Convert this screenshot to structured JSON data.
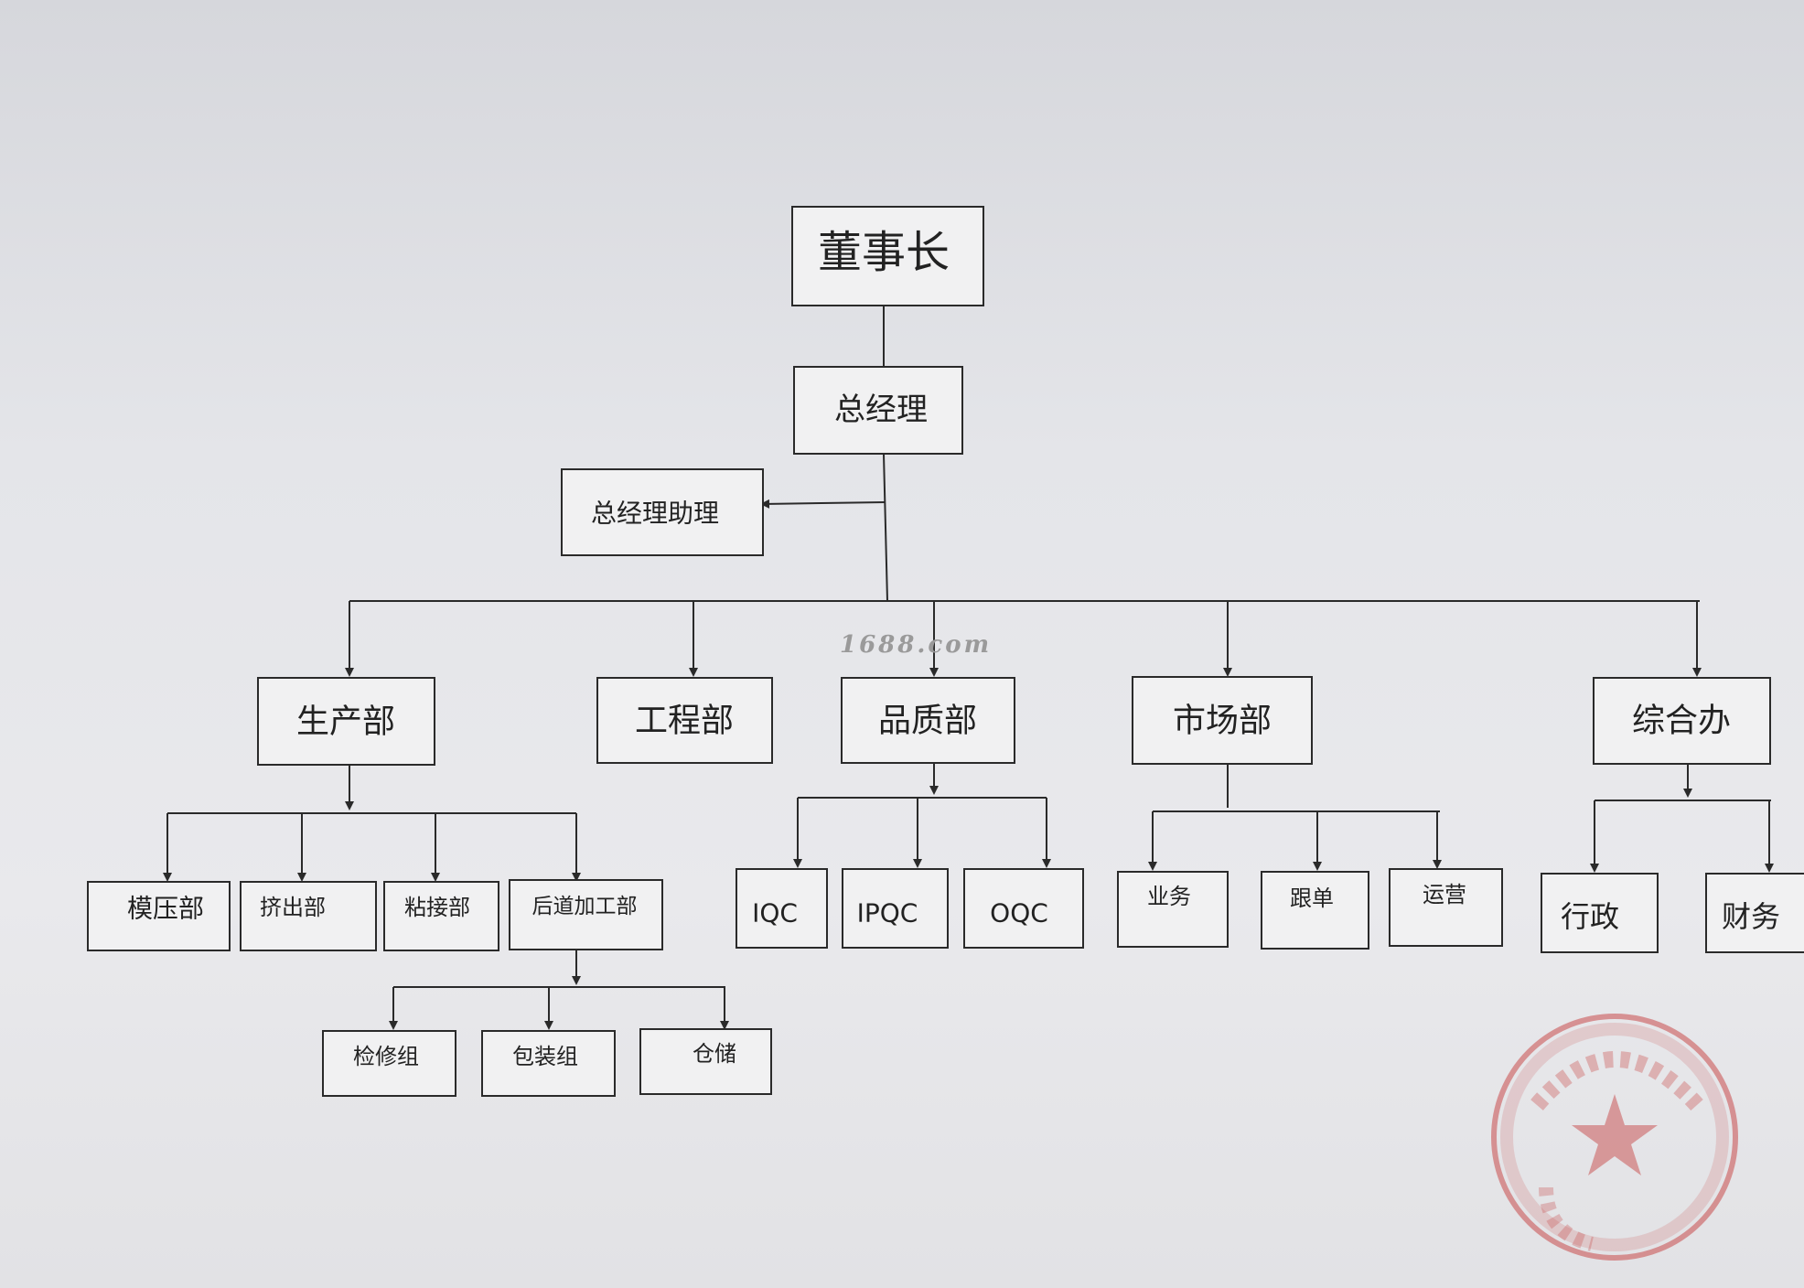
{
  "chairman": "董事长",
  "gm": "总经理",
  "gm_assistant": "总经理助理",
  "departments": {
    "production": "生产部",
    "engineering": "工程部",
    "quality": "品质部",
    "marketing": "市场部",
    "general_office": "综合办"
  },
  "production_units": {
    "molding": "模压部",
    "extrusion": "挤出部",
    "bonding": "粘接部",
    "post_processing": "后道加工部"
  },
  "post_processing_groups": {
    "repair": "检修组",
    "packing": "包装组",
    "storage": "仓储"
  },
  "quality_units": {
    "iqc": "IQC",
    "ipqc": "IPQC",
    "oqc": "OQC"
  },
  "marketing_units": {
    "business": "业务",
    "follow_up": "跟单",
    "operations": "运营"
  },
  "office_units": {
    "admin": "行政",
    "finance": "财务"
  },
  "watermark": "1688.com",
  "stamp_color": "#c84a4a",
  "line_color": "#2a2a2a"
}
